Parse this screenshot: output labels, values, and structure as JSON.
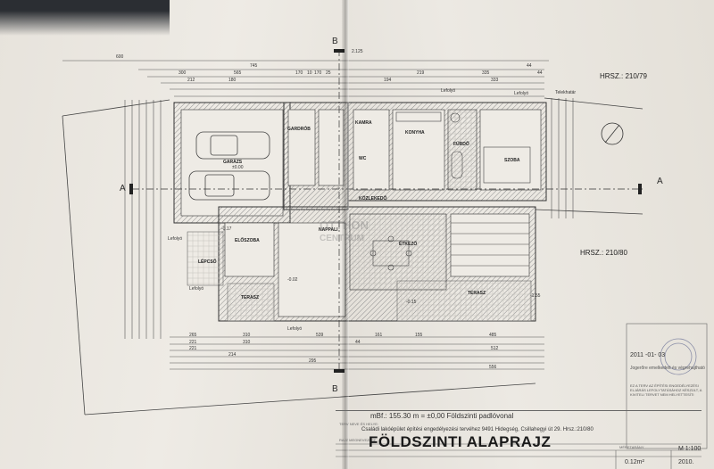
{
  "plan": {
    "hrsz_top": "HRSZ.: 210/79",
    "hrsz_right": "HRSZ.: 210/80",
    "section_a_left": "A",
    "section_a_right": "A",
    "section_b_top": "B",
    "section_b_bottom": "B",
    "rooms": {
      "garage": "GARÁZS",
      "garderobe": "GARDRÓB",
      "kamra": "KAMRA",
      "konyha": "KONYHA",
      "furdo": "FÜRDŐ",
      "szoba": "SZOBA",
      "kozlekedo": "KÖZLEKEDŐ",
      "nappali": "NAPPALI",
      "eloszoba": "ELŐSZOBA",
      "etkezo": "ÉTKEZŐ",
      "lepcso": "LÉPCSŐ",
      "terasz_left": "TERASZ",
      "terasz_right": "TERASZ",
      "wc": "WC"
    },
    "labels": {
      "lefolyo": "Lefolyó",
      "teleknatar": "Telekhatár",
      "watermark_line1": "OTTHON",
      "watermark_line2": "CENTRUM"
    },
    "dims_top": [
      "600",
      "745",
      "300",
      "565",
      "170",
      "10",
      "170",
      "25",
      "180",
      "212",
      "194",
      "219",
      "335",
      "44",
      "44",
      "2.125",
      "333"
    ],
    "dims_bottom": [
      "265",
      "310",
      "539",
      "161",
      "155",
      "485",
      "221",
      "221",
      "310",
      "44",
      "512",
      "214",
      "556",
      "295"
    ],
    "levels": [
      "±0.00",
      "-0.17",
      "-0.02",
      "-0.15",
      "-1.55"
    ]
  },
  "title_block": {
    "mbf": "mBf.: 155.30 m = ±0,00 Földszinti padlóvonal",
    "project_label": "TERV NEVE ÉS HELYE:",
    "project": "Családi lakóépület építési engedélyezési tervéhez  9491 Hidegség, Csillahegyi út 29. Hrsz.:210/80",
    "drawing_label": "RAJZ MEGNEVEZÉSE:",
    "drawing_title": "FÖLDSZINTI ALAPRAJZ",
    "scale_label": "MÉRETARÁNY",
    "scale": "M 1:100",
    "size": "0.12m²",
    "date": "2010.",
    "stamp_date": "2011 -01- 03",
    "stamp_text1": "Jogerőre emelkedett és végrehajtható",
    "stamp_text2": "EZ A TERV AZ ÉPÍTÉSI ENGEDÉLYEZÉSI ELJÁRÁS LEFOLYTATÁSÁHOZ KÉSZÜLT, A KIVITELI TERVET NEM HELYETTESÍTI"
  },
  "colors": {
    "paper": "#ebe8e2",
    "ink": "#2a2a2a",
    "hatch": "#9a9a9a"
  }
}
